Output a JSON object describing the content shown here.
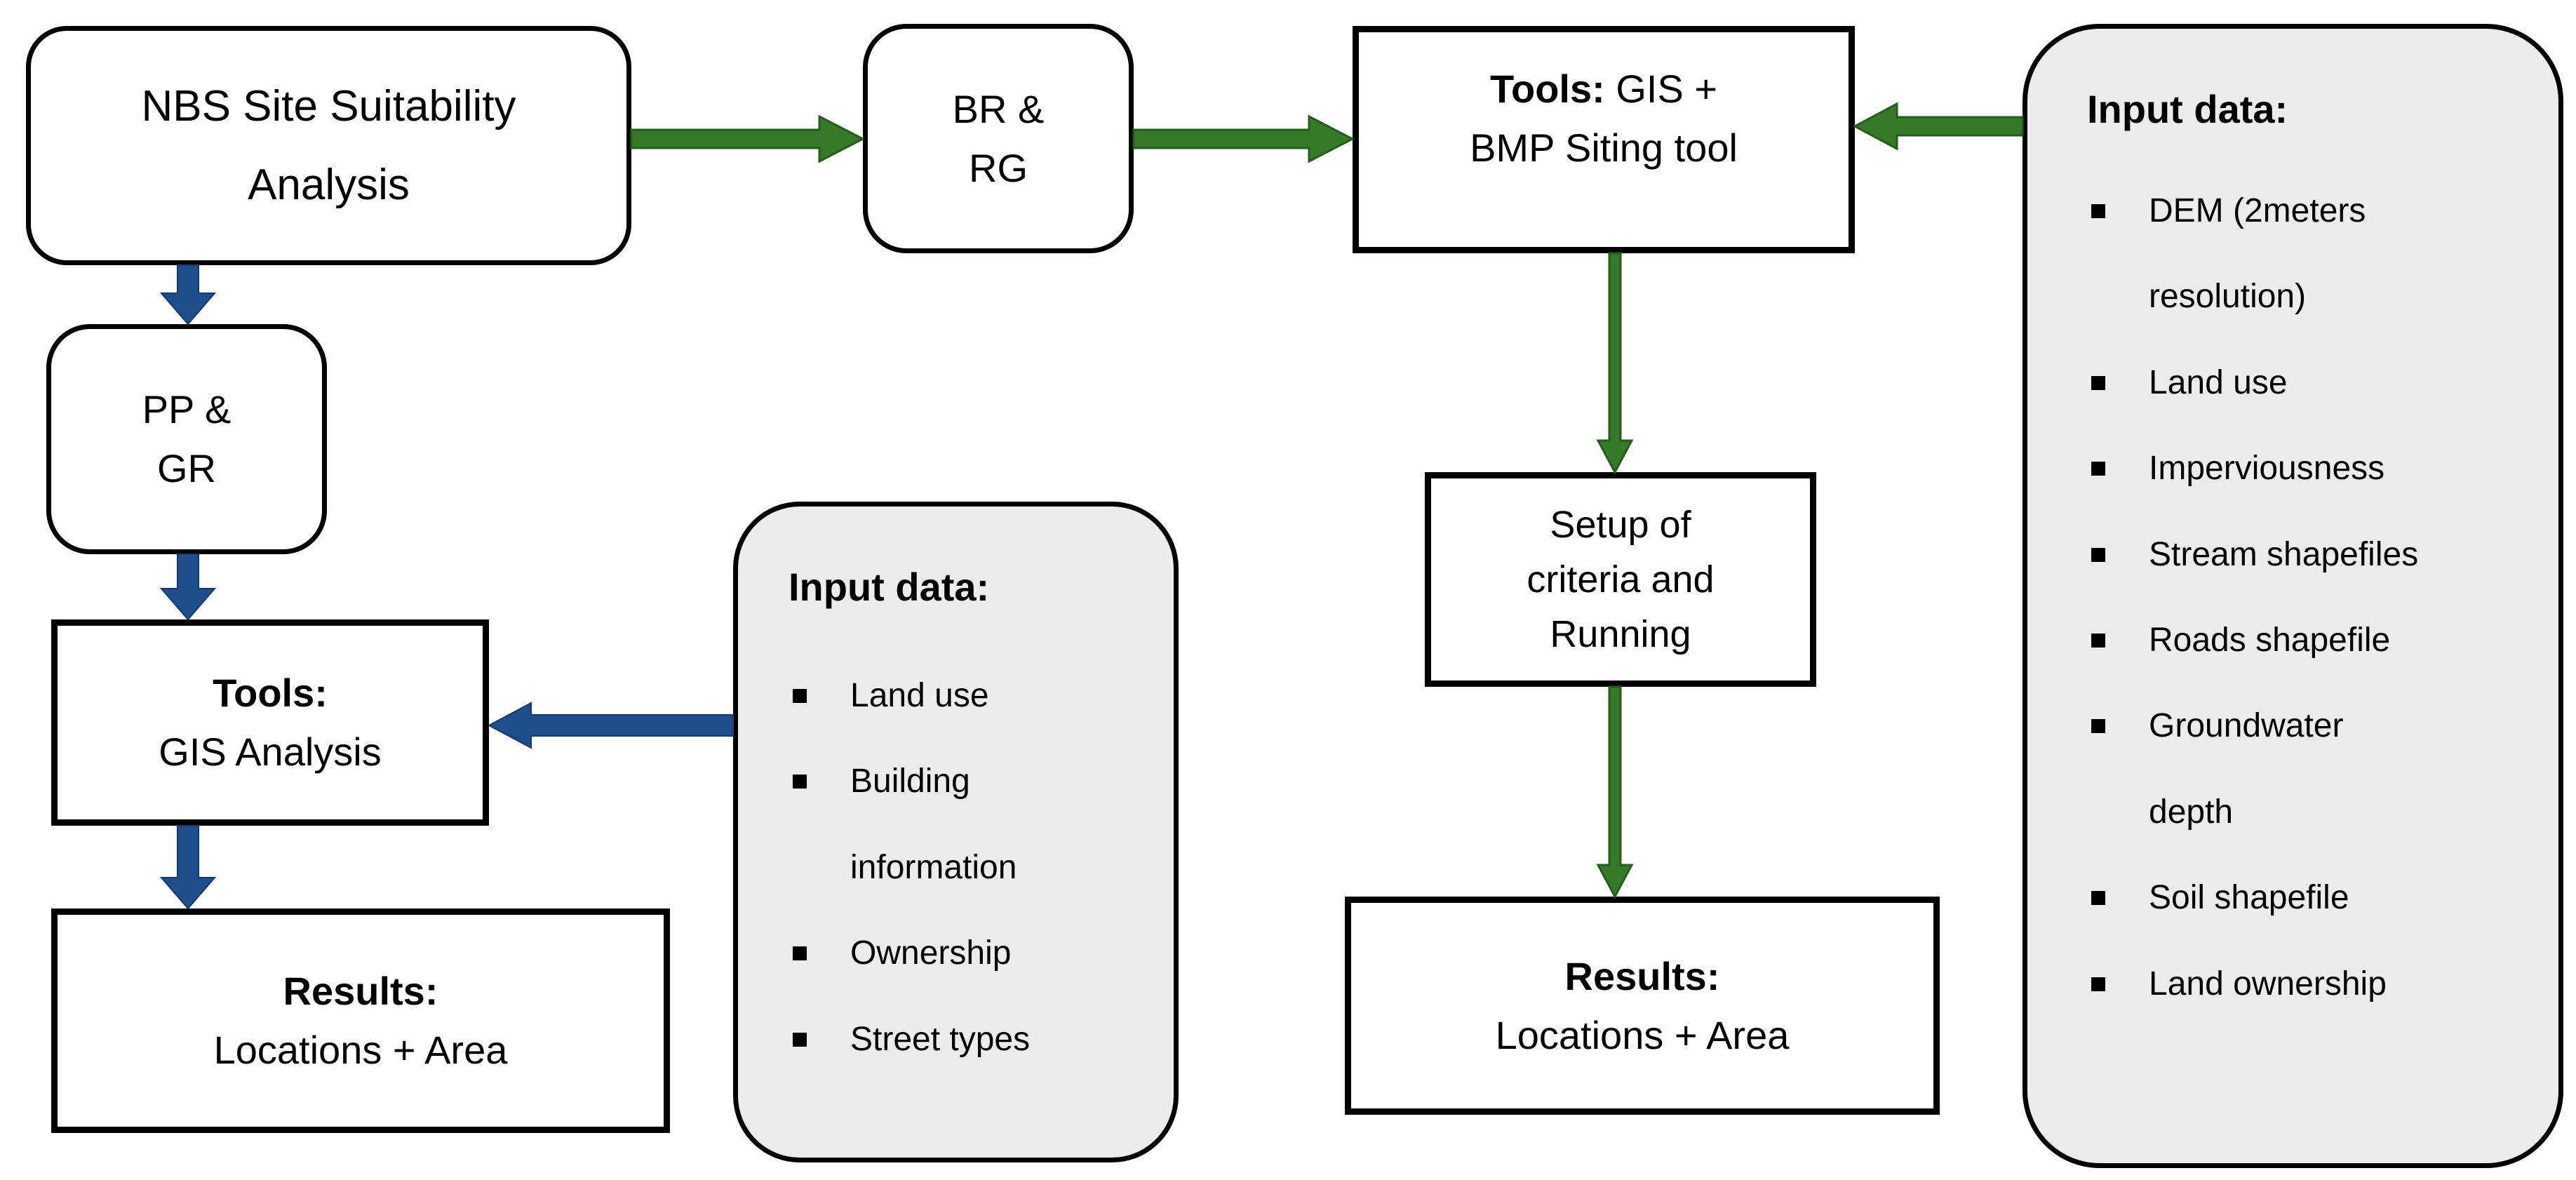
{
  "colors": {
    "background": "#ffffff",
    "box_border": "#000000",
    "text": "#000000",
    "green_arrow": "#357a27",
    "green_arrow_dark": "#265c1c",
    "blue_arrow": "#1f4e8c",
    "blue_arrow_dark": "#17396a",
    "input_box_fill": "#ececec"
  },
  "nodes": {
    "nbs": {
      "line1": "NBS Site Suitability",
      "line2": "Analysis"
    },
    "br_rg": {
      "line1": "BR &",
      "line2": "RG"
    },
    "pp_gr": {
      "line1": "PP &",
      "line2": "GR"
    },
    "tools_bmp": {
      "bold": "Tools:",
      "rest": " GIS +",
      "line2": "BMP Siting tool"
    },
    "tools_gis": {
      "bold": "Tools:",
      "line2": "GIS Analysis"
    },
    "setup": {
      "line1": "Setup of",
      "line2": "criteria and",
      "line3": "Running"
    },
    "results_left": {
      "bold": "Results:",
      "line2": "Locations + Area"
    },
    "results_right": {
      "bold": "Results:",
      "line2": "Locations + Area"
    },
    "input_middle": {
      "heading": "Input data:",
      "items": [
        "Land use",
        "Building information",
        "Ownership",
        "Street types"
      ]
    },
    "input_right": {
      "heading": "Input data:",
      "items": [
        "DEM (2meters resolution)",
        "Land use",
        "Imperviousness",
        "Stream shapefiles",
        "Roads shapefile",
        "Groundwater depth",
        "Soil shapefile",
        "Land ownership"
      ]
    }
  }
}
